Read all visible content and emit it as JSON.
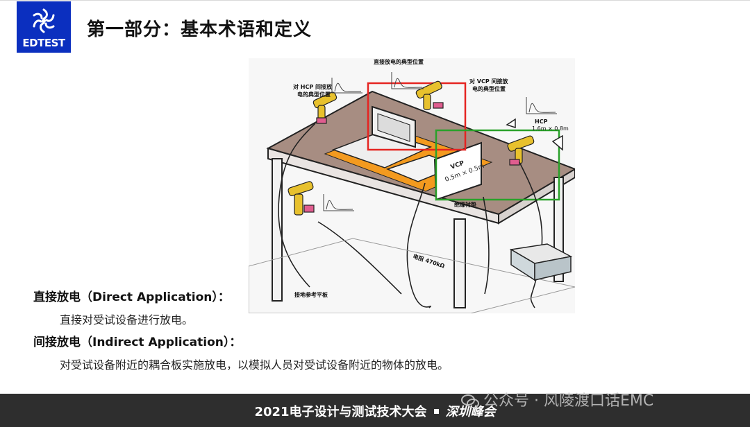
{
  "logo": {
    "text": "EDTEST"
  },
  "title": "第一部分：基本术语和定义",
  "figure": {
    "labels": {
      "direct_pos": "直接放电的典型位置",
      "hcp_indirect": "对 HCP 间接放",
      "hcp_indirect_2": "电的典型位置",
      "vcp_indirect": "对 VCP 间接放",
      "vcp_indirect_2": "电的典型位置",
      "hcp": "HCP",
      "hcp_size": "1.6m × 0.8m",
      "vcp": "VCP",
      "vcp_size": "0.5m × 0.5m",
      "insulation": "绝缘衬垫",
      "resistor": "电阻 470kΩ",
      "ground_plane": "接地参考平板"
    },
    "colors": {
      "direct_box": "#e52421",
      "indirect_box": "#2aa12a",
      "pad": "#f39a1f",
      "table": "#a78d82"
    }
  },
  "definitions": [
    {
      "term": "直接放电（Direct Application）：",
      "desc": "直接对受试设备进行放电。"
    },
    {
      "term": "间接放电（Indirect Application）：",
      "desc": "对受试设备附近的耦合板实施放电，以模拟人员对受试设备附近的物体的放电。"
    }
  ],
  "footer": {
    "event": "2021电子设计与测试技术大会",
    "city": "深圳峰会"
  },
  "watermark": {
    "text": "公众号 · 风陵渡口话EMC"
  }
}
